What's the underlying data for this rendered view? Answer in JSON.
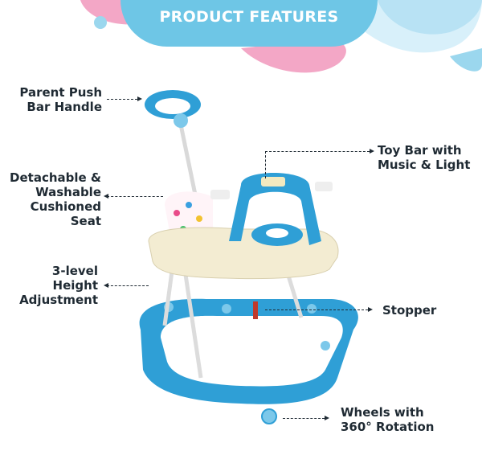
{
  "header": {
    "title": "PRODUCT FEATURES"
  },
  "features": {
    "push_bar": "Parent Push\nBar Handle",
    "seat": "Detachable &\nWashable\nCushioned\nSeat",
    "height": "3-level\nHeight\nAdjustment",
    "toy_bar": "Toy Bar with\nMusic & Light",
    "stopper": "Stopper",
    "wheels": "Wheels with\n360° Rotation"
  },
  "colors": {
    "banner": "#6ec6e6",
    "blob_pink": "#f3a7c6",
    "blob_blue": "#9bd7ee",
    "walker_blue": "#2f9fd6",
    "tray_cream": "#f3ecd2"
  }
}
